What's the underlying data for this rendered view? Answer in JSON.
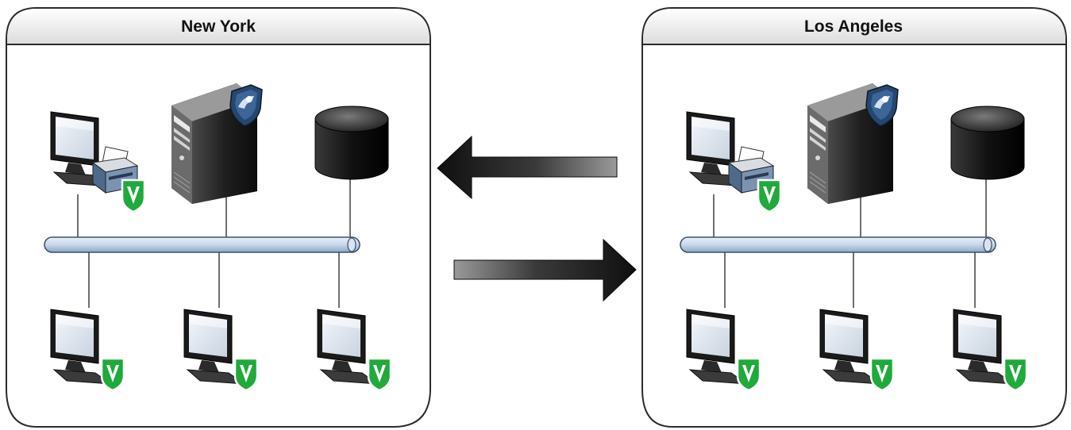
{
  "sites": [
    {
      "id": "new-york",
      "title": "New York"
    },
    {
      "id": "los-angeles",
      "title": "Los Angeles"
    }
  ],
  "site_contents": {
    "workstations": 4,
    "servers": 1,
    "databases": 1,
    "printers": 1,
    "protected_devices": 4,
    "secured_servers": 1
  },
  "replication": {
    "arrows": [
      {
        "direction": "left",
        "from": "los-angeles",
        "to": "new-york"
      },
      {
        "direction": "right",
        "from": "new-york",
        "to": "los-angeles"
      }
    ]
  },
  "icons": {
    "workstation": "monitor-icon",
    "printer": "printer-icon",
    "server": "tower-server-icon",
    "database": "database-cylinder-icon",
    "protection_badge": "v-shield-badge-icon",
    "server_shield": "blue-shield-badge-icon"
  },
  "colors": {
    "panel_border": "#2b2b2b",
    "bus_fill": "#c6d7ec",
    "bus_stroke": "#3d4f66",
    "badge_green": "#1faa3b",
    "shield_blue": "#25476f",
    "arrow_dark": "#1c1c1c"
  }
}
